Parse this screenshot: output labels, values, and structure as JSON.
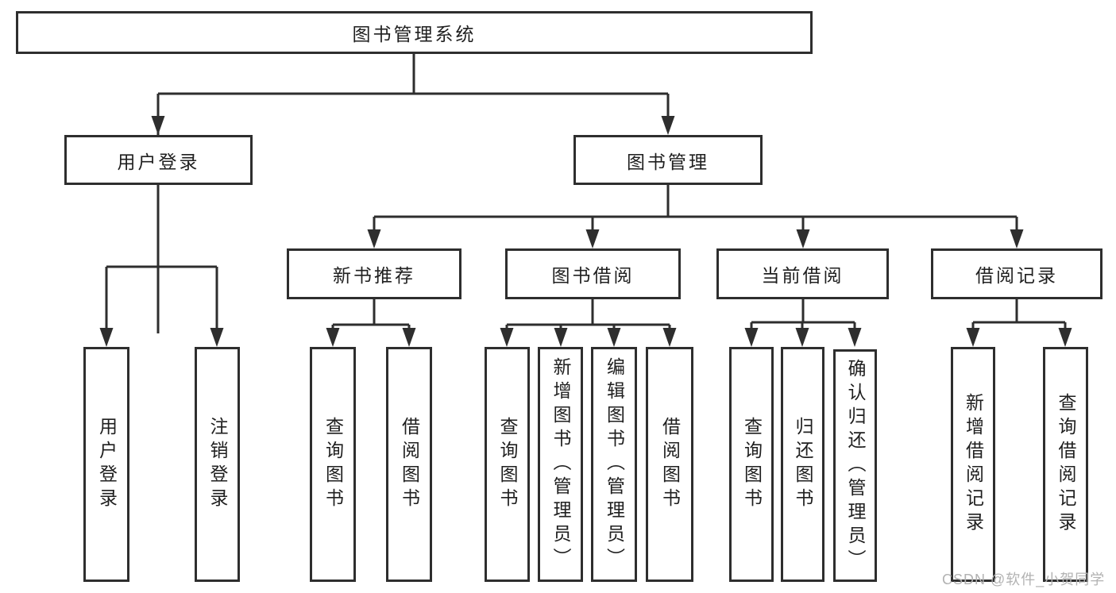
{
  "colors": {
    "background": "#ffffff",
    "line": "#2e2e2e",
    "box_border": "#2e2e2e",
    "box_fill": "#ffffff",
    "text": "#1f1f1f",
    "watermark": "#b2b2b2"
  },
  "diagram": {
    "type": "hierarchy-tree",
    "root": {
      "label": "图书管理系统"
    },
    "level2": [
      {
        "label": "用户登录"
      },
      {
        "label": "图书管理"
      }
    ],
    "level3": [
      {
        "label": "新书推荐"
      },
      {
        "label": "图书借阅"
      },
      {
        "label": "当前借阅"
      },
      {
        "label": "借阅记录"
      }
    ],
    "leaves": {
      "user_login": [
        "用户登录",
        "注销登录"
      ],
      "new_book_recommendation": [
        "查询图书",
        "借阅图书"
      ],
      "book_borrowing": [
        "查询图书",
        "新增图书（管理员）",
        "编辑图书（管理员）",
        "借阅图书"
      ],
      "current_borrowing": [
        "查询图书",
        "归还图书",
        "确认归还（管理员）"
      ],
      "borrowing_records": [
        "新增借阅记录",
        "查询借阅记录"
      ]
    }
  },
  "watermark": {
    "text": "CSDN @软件_小贺同学"
  }
}
